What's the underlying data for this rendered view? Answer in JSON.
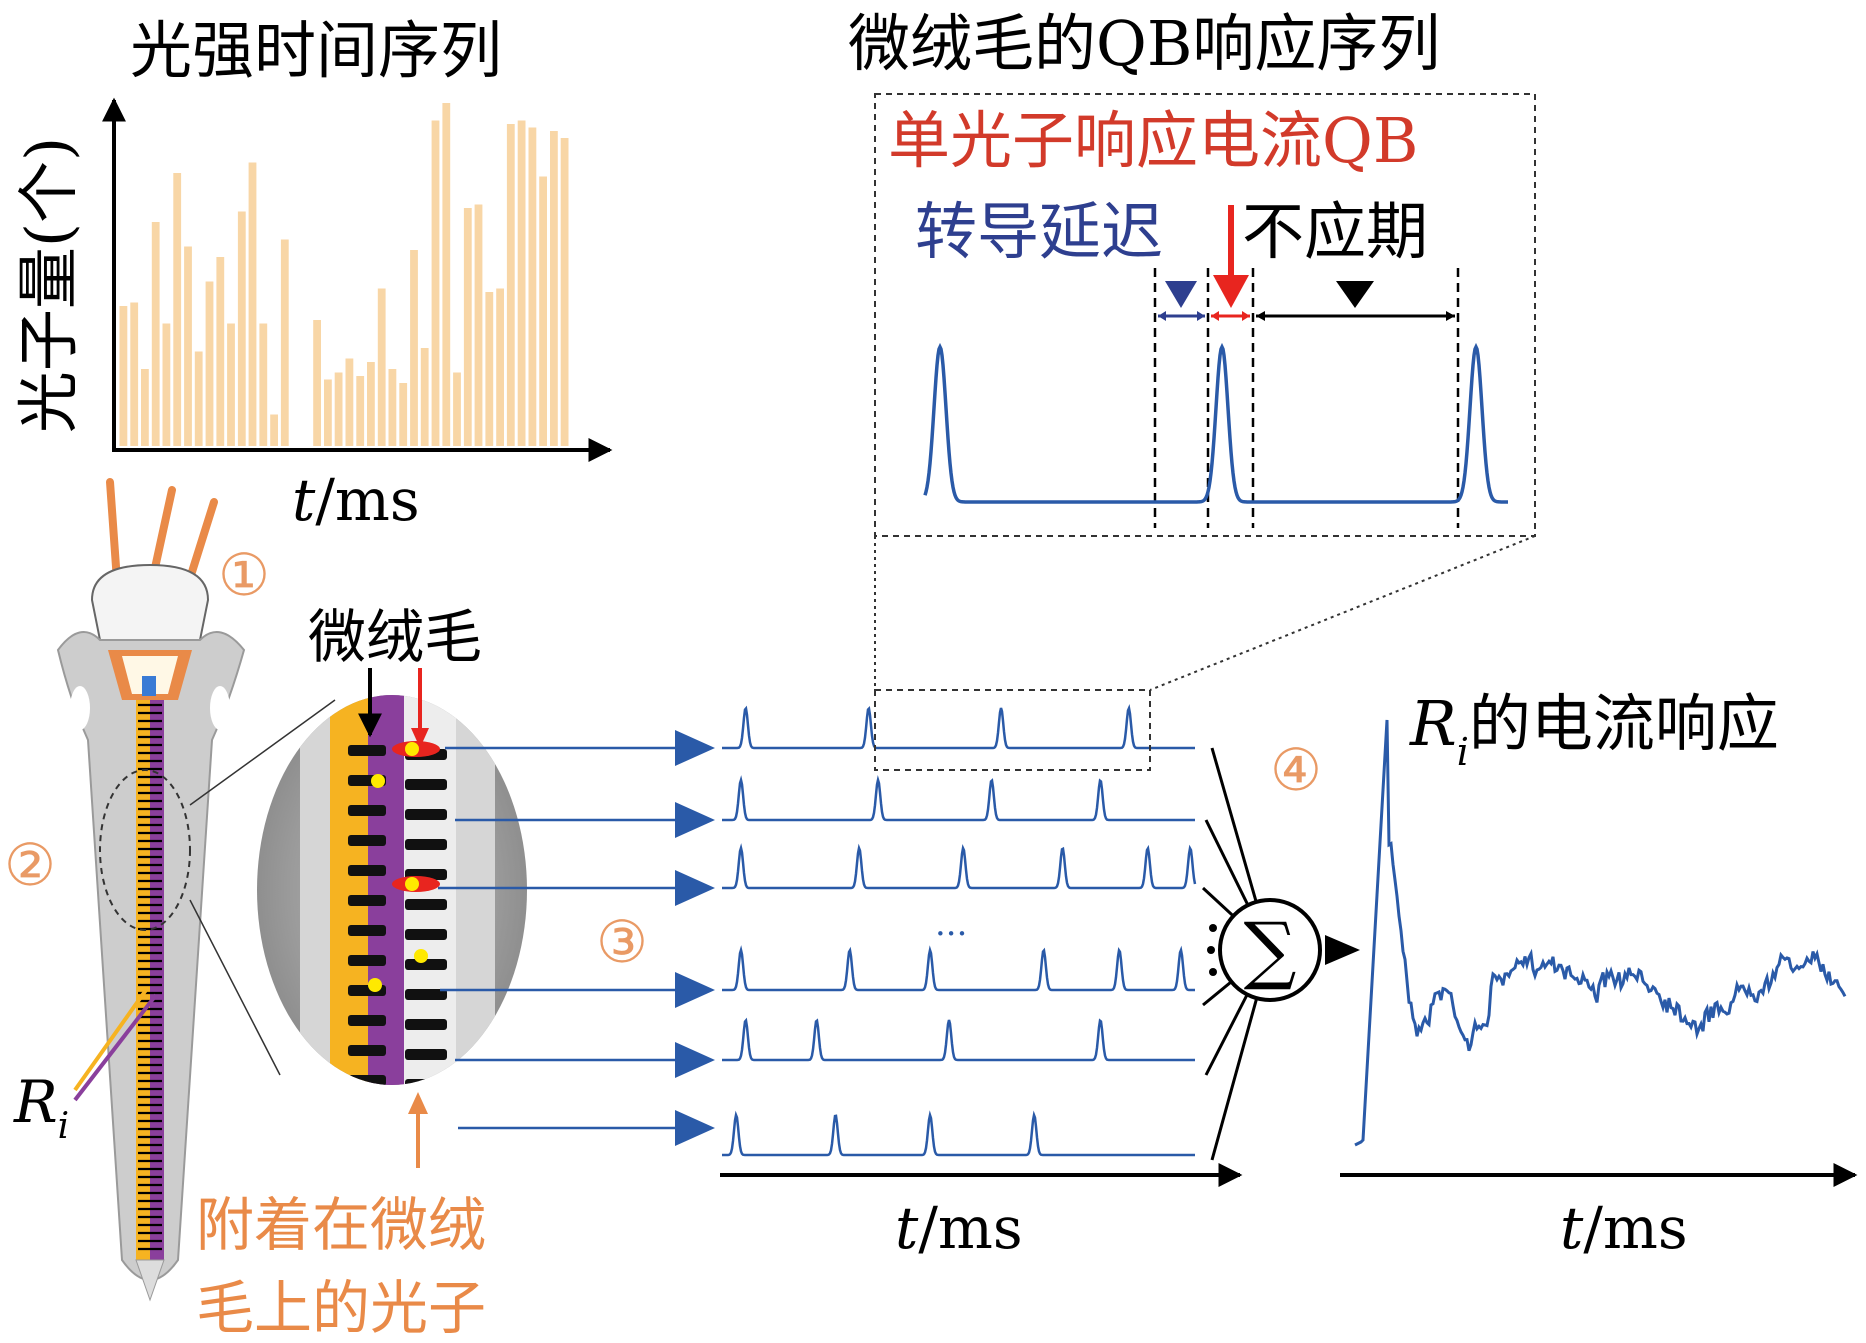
{
  "histogram": {
    "title": "光强时间序列",
    "ylabel": "光子量(个)",
    "xlabel_t": "t",
    "xlabel_unit": "/ms",
    "bar_color": "#f8d6a6",
    "values": [
      0.4,
      0.41,
      0.22,
      0.64,
      0.35,
      0.78,
      0.57,
      0.27,
      0.47,
      0.54,
      0.35,
      0.67,
      0.81,
      0.35,
      0.09,
      0.59,
      0.0,
      0.0,
      0.36,
      0.19,
      0.21,
      0.25,
      0.2,
      0.24,
      0.45,
      0.22,
      0.18,
      0.56,
      0.28,
      0.93,
      0.98,
      0.21,
      0.68,
      0.69,
      0.44,
      0.45,
      0.92,
      0.93,
      0.91,
      0.77,
      0.9,
      0.88
    ]
  },
  "qb_panel": {
    "title": "微绒毛的QB响应序列",
    "qb_label": "单光子响应电流QB",
    "delay_label": "转导延迟",
    "refractory_label": "不应期",
    "qb_color": "#e8251f",
    "delay_color": "#2e3f8f",
    "trace_color": "#2a5aa8"
  },
  "rhabdom": {
    "circle1": "①",
    "circle2": "②",
    "circle3": "③",
    "circle4": "④",
    "ri_R": "R",
    "ri_i": "i",
    "microvilli_label": "微绒毛",
    "photon_label_line1": "附着在微绒",
    "photon_label_line2": "毛上的光子",
    "orange": "#e98a48",
    "yellow": "#f6b321",
    "purple": "#8a3f9c"
  },
  "traces": {
    "dots": "···",
    "sum_symbol": "∑",
    "xlabel_t": "t",
    "xlabel_unit": "/ms",
    "peak_times": [
      [
        0.05,
        0.31,
        0.59,
        0.86
      ],
      [
        0.04,
        0.33,
        0.57,
        0.8
      ],
      [
        0.04,
        0.29,
        0.51,
        0.72,
        0.9,
        0.99
      ],
      [
        0.04,
        0.27,
        0.44,
        0.68,
        0.84,
        0.97
      ],
      [
        0.05,
        0.2,
        0.48,
        0.8
      ],
      [
        0.03,
        0.24,
        0.44,
        0.66
      ]
    ]
  },
  "response": {
    "title_R": "R",
    "title_i": "i",
    "title_rest": "的电流响应",
    "xlabel_t": "t",
    "xlabel_unit": "/ms"
  }
}
